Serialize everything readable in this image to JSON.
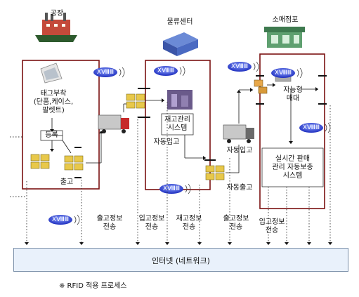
{
  "sites": {
    "factory": "공장",
    "distribution_center": "물류센터",
    "retail_store": "소매점포"
  },
  "factory": {
    "tagging": "태그부착\n(단품,케이스,\n팔렛트)",
    "register": "등록",
    "shipment": "출고"
  },
  "distribution": {
    "inventory_system": "재고관리\n시스템",
    "auto_receiving": "자동입고",
    "auto_shipping": "자동출고"
  },
  "retail": {
    "auto_receiving": "자동입고",
    "vending": "자능형\n매대",
    "realtime_system": "실시간 판매\n관리 자동보충\n시스템"
  },
  "transmissions": [
    "출고정보\n전송",
    "입고정보\n전송",
    "재고정보\n전송",
    "출고정보\n전송",
    "입고정보\n전송"
  ],
  "network": "인터넷 (네트워크)",
  "footnote": "※ RFID 적용 프로세스",
  "reader_label": "ⅩⅧⅢ",
  "colors": {
    "site_border": "#7b1212",
    "network_fill": "#e9f1fb",
    "network_border": "#7a8fa8",
    "box_fill": "#ffffff"
  }
}
